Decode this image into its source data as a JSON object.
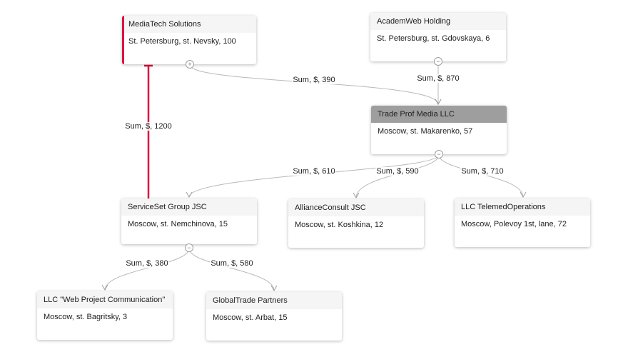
{
  "colors": {
    "edge": "#b8b8b8",
    "highlight": "#e0103f",
    "selected_header": "#9e9e9e",
    "header": "#f5f5f5"
  },
  "toggle_icons": {
    "collapsed": "+",
    "expanded": "−"
  },
  "nodes": [
    {
      "id": "mediatech",
      "title": "MediaTech Solutions",
      "address": "St. Petersburg, st. Nevsky, 100",
      "toggle": "collapsed"
    },
    {
      "id": "academweb",
      "title": "AcademWeb Holding",
      "address": "St. Petersburg, st. Gdovskaya, 6",
      "toggle": "expanded"
    },
    {
      "id": "tradeprof",
      "title": "Trade Prof Media LLC",
      "address": "Moscow, st. Makarenko, 57",
      "toggle": "expanded",
      "selected": true
    },
    {
      "id": "serviceset",
      "title": "ServiceSet Group JSC",
      "address": "Moscow, st. Nemchinova, 15",
      "toggle": "expanded"
    },
    {
      "id": "allianceconsult",
      "title": "AllianceConsult JSC",
      "address": "Moscow, st. Koshkina, 12"
    },
    {
      "id": "telemed",
      "title": "LLC TelemedOperations",
      "address": "Moscow, Polevoy 1st, lane, 72"
    },
    {
      "id": "webproject",
      "title": "LLC \"Web Project Communication\"",
      "address": "Moscow, st. Bagritsky, 3"
    },
    {
      "id": "globaltrade",
      "title": "GlobalTrade Partners",
      "address": "Moscow, st. Arbat, 15"
    }
  ],
  "edges": [
    {
      "id": "mediatech-tradeprof",
      "from": "mediatech",
      "to": "tradeprof",
      "label": "Sum, $, 390"
    },
    {
      "id": "academweb-tradeprof",
      "from": "academweb",
      "to": "tradeprof",
      "label": "Sum, $, 870"
    },
    {
      "id": "tradeprof-serviceset",
      "from": "tradeprof",
      "to": "serviceset",
      "label": "Sum, $, 610"
    },
    {
      "id": "tradeprof-allianceconsult",
      "from": "tradeprof",
      "to": "allianceconsult",
      "label": "Sum, $, 590"
    },
    {
      "id": "tradeprof-telemed",
      "from": "tradeprof",
      "to": "telemed",
      "label": "Sum, $, 710"
    },
    {
      "id": "serviceset-mediatech",
      "from": "serviceset",
      "to": "mediatech",
      "label": "Sum, $, 1200",
      "highlighted": true
    },
    {
      "id": "serviceset-webproject",
      "from": "serviceset",
      "to": "webproject",
      "label": "Sum, $, 380"
    },
    {
      "id": "serviceset-globaltrade",
      "from": "serviceset",
      "to": "globaltrade",
      "label": "Sum, $, 580"
    }
  ]
}
